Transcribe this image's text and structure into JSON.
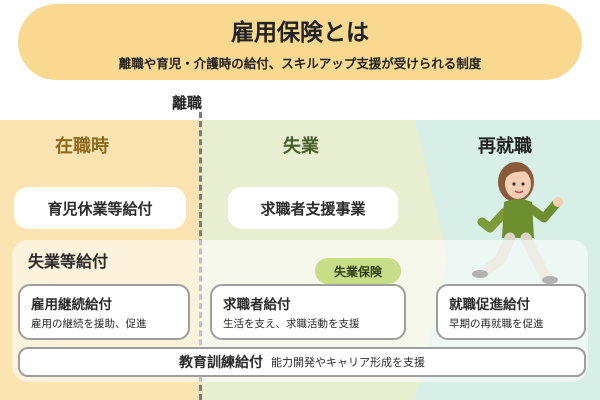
{
  "header": {
    "title": "雇用保険とは",
    "subtitle": "離職や育児・介護時の給付、スキルアップ支援が受けられる制度"
  },
  "separation_label": "離職",
  "columns": [
    {
      "label": "在職時"
    },
    {
      "label": "失業"
    },
    {
      "label": "再就職"
    }
  ],
  "benefits": {
    "childcare": "育児休業等給付",
    "job_support": "求職者支援事業",
    "unemployment_title": "失業等給付",
    "insurance_badge": "失業保険",
    "cards": [
      {
        "title": "雇用継続給付",
        "desc": "雇用の継続を援助、促進"
      },
      {
        "title": "求職者給付",
        "desc": "生活を支え、求職活動を支援"
      },
      {
        "title": "就職促進給付",
        "desc": "早期の再就職を促進"
      }
    ],
    "training": {
      "title": "教育訓練給付",
      "desc": "能力開発やキャリア形成を支援"
    }
  },
  "colors": {
    "header_bg": "#f8d98f",
    "employed_bg": "#fbe3b2",
    "unemployed_bg": "#e8efd1",
    "reemployed_bg": "#d7efe6",
    "badge_bg": "#c8dd87"
  }
}
